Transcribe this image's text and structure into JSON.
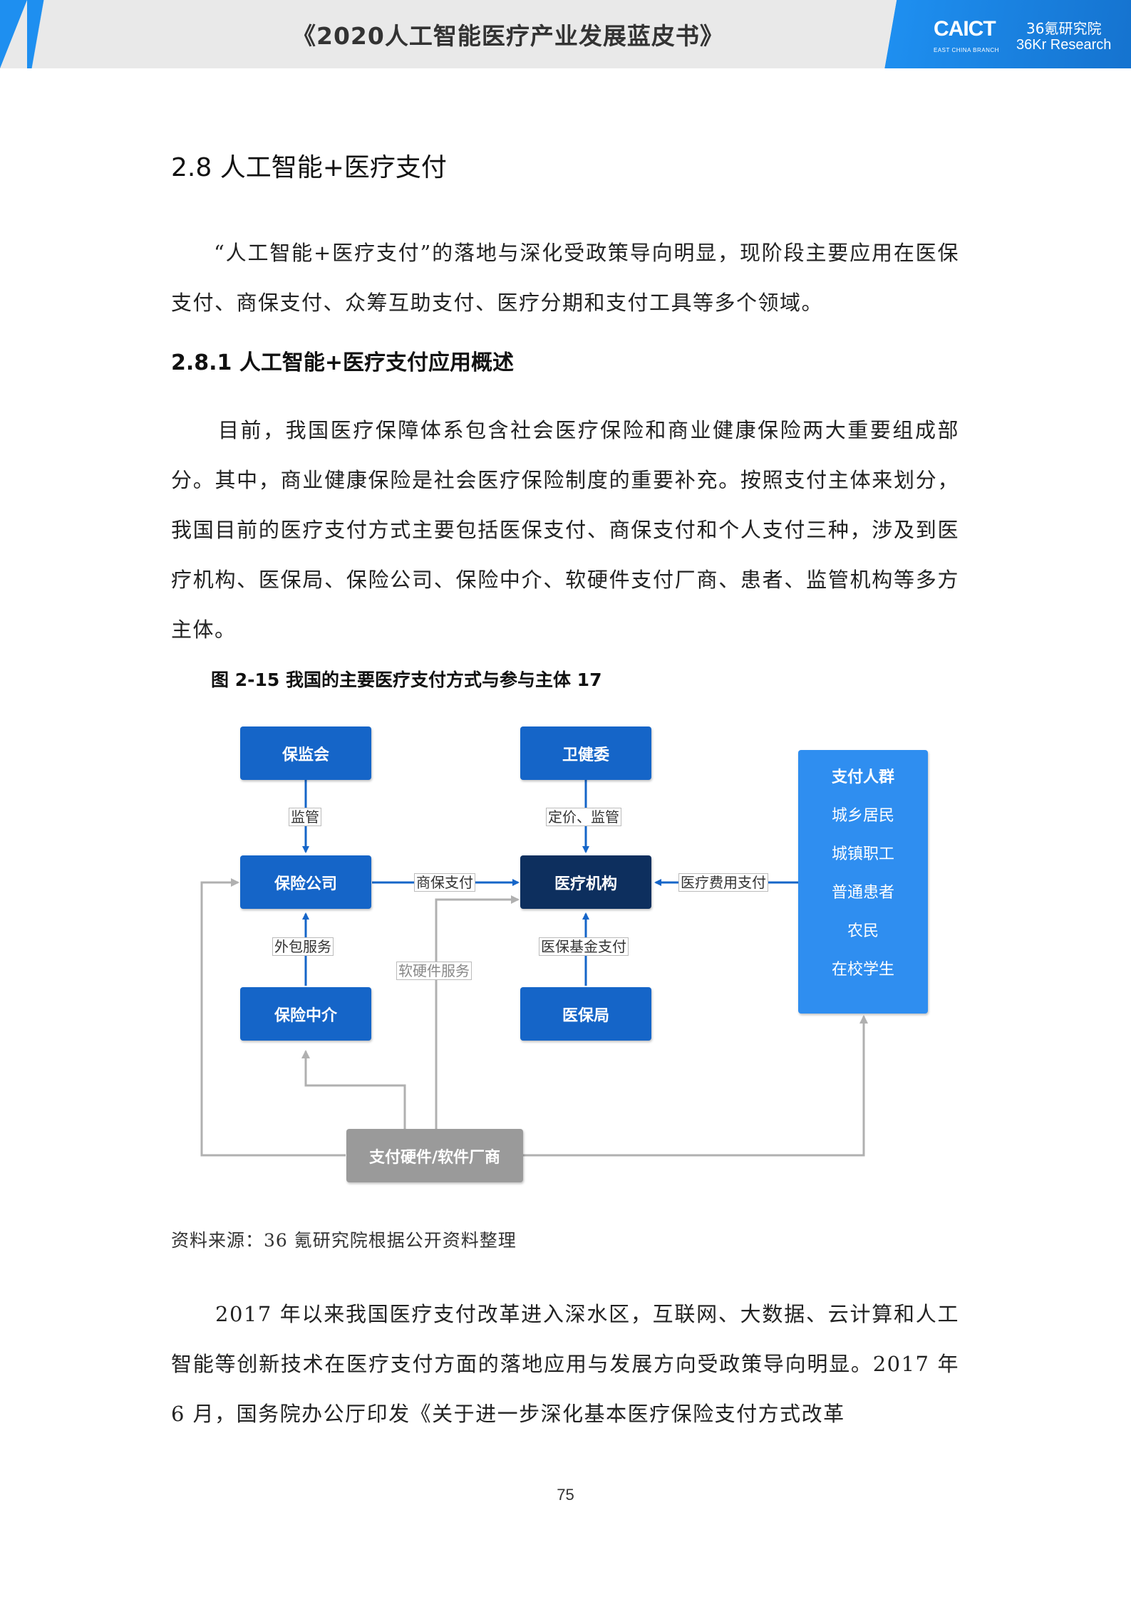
{
  "header": {
    "title": "《2020人工智能医疗产业发展蓝皮书》",
    "logo_main": "CAICT",
    "logo_sub": "EAST CHINA BRANCH",
    "partner_cn": "36氪研究院",
    "partner_en": "36Kr Research"
  },
  "section": {
    "heading": "2.8  人工智能+医疗支付",
    "intro": "“人工智能+医疗支付”的落地与深化受政策导向明显，现阶段主要应用在医保支付、商保支付、众筹互助支付、医疗分期和支付工具等多个领域。"
  },
  "subsection": {
    "heading": "2.8.1  人工智能+医疗支付应用概述",
    "body": "目前，我国医疗保障体系包含社会医疗保险和商业健康保险两大重要组成部分。其中，商业健康保险是社会医疗保险制度的重要补充。按照支付主体来划分，我国目前的医疗支付方式主要包括医保支付、商保支付和个人支付三种，涉及到医疗机构、医保局、保险公司、保险中介、软硬件支付厂商、患者、监管机构等多方主体。"
  },
  "figure": {
    "caption": "图 2-15  我国的主要医疗支付方式与参与主体 17",
    "nodes": {
      "cbirc": "保监会",
      "nhc": "卫健委",
      "insurer": "保险公司",
      "hospital": "医疗机构",
      "broker": "保险中介",
      "nhsa": "医保局",
      "vendor": "支付硬件/软件厂商"
    },
    "payers": {
      "title": "支付人群",
      "items": [
        "城乡居民",
        "城镇职工",
        "普通患者",
        "农民",
        "在校学生"
      ]
    },
    "edge_labels": {
      "supervise": "监管",
      "pricing": "定价、监管",
      "commercial_pay": "商保支付",
      "fee_pay": "医疗费用支付",
      "outsourcing": "外包服务",
      "fund_pay": "医保基金支付",
      "hw_service": "软硬件服务"
    },
    "colors": {
      "box_blue": "#1565c8",
      "box_navy": "#0d2f5e",
      "box_payers": "#2f8ef0",
      "box_grey": "#9a9a9a"
    }
  },
  "source": "资料来源：36 氪研究院根据公开资料整理",
  "closing": "2017 年以来我国医疗支付改革进入深水区，互联网、大数据、云计算和人工智能等创新技术在医疗支付方面的落地应用与发展方向受政策导向明显。2017 年 6 月，国务院办公厅印发《关于进一步深化基本医疗保险支付方式改革",
  "page_number": "75"
}
